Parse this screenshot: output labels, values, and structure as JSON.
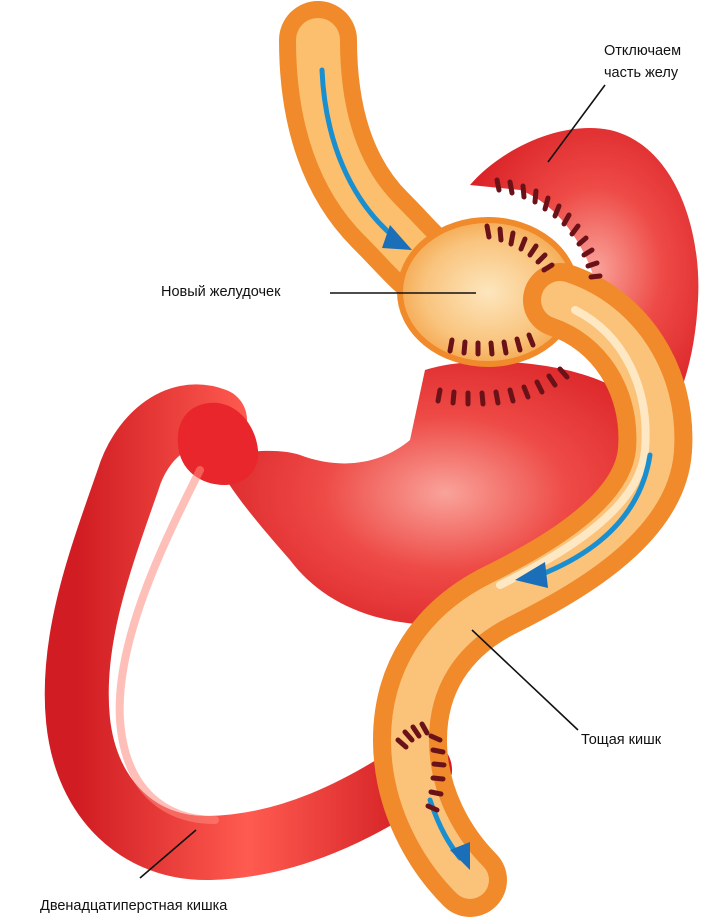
{
  "labels": {
    "new_pouch": "Новый желудочек",
    "bypassed_stomach_line1": "Отключаем",
    "bypassed_stomach_line2": "часть желу",
    "jejunum": "Тощая кишк",
    "duodenum": "Двенадцатиперстная кишка"
  },
  "colors": {
    "stomach_red": "#e8262b",
    "stomach_highlight": "#f8b0a8",
    "intestine_orange": "#f08a2a",
    "intestine_light": "#fde0b0",
    "flow_arrow_blue": "#1a8fd0",
    "staple_dark": "#6b1218",
    "leader_line": "#111111"
  },
  "icons": {
    "flow": "arrow-down-right-icon",
    "staples": "staple-line-icon"
  }
}
